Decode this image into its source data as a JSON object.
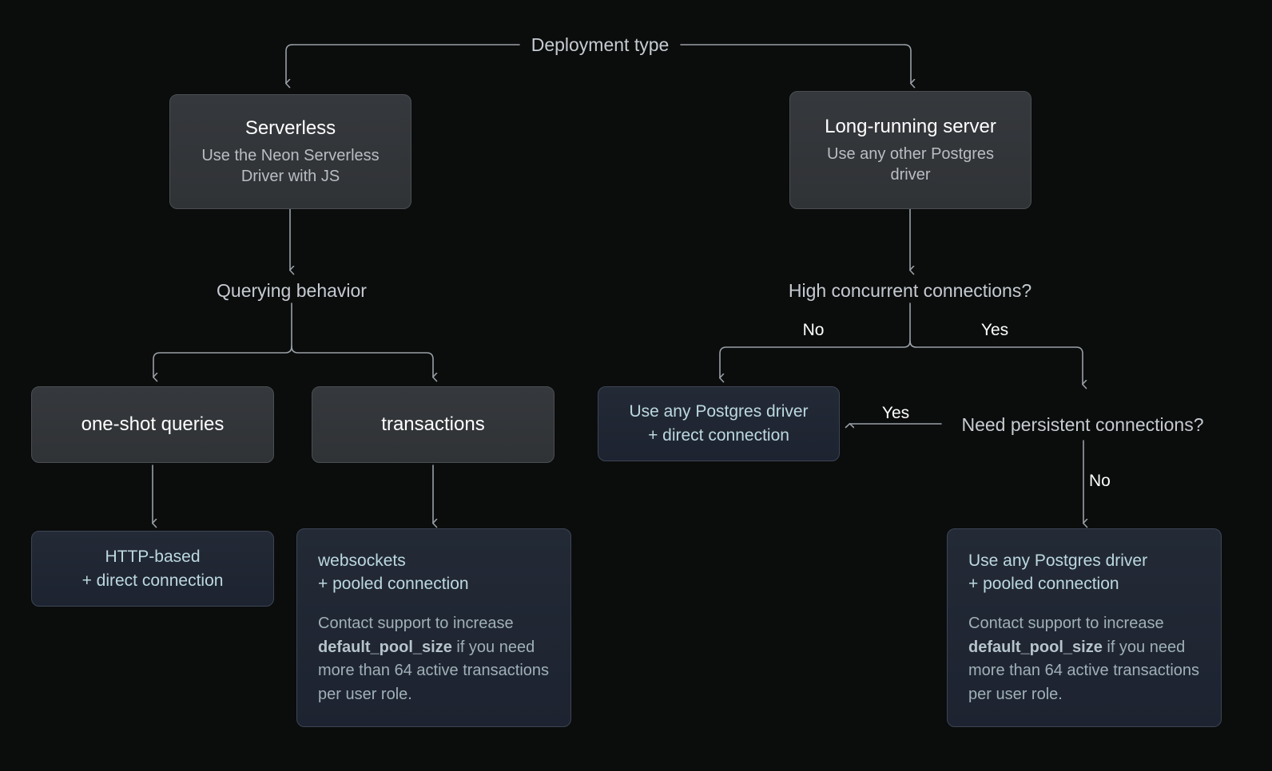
{
  "diagram": {
    "title": "Deployment type",
    "background_color": "#0b0d0d",
    "edge_color": "#9aa0a6",
    "accent_color": "#bcd8e0"
  },
  "root_label": "Deployment type",
  "nodes": {
    "serverless": {
      "title": "Serverless",
      "subtitle": "Use the Neon Serverless Driver with JS"
    },
    "long_running": {
      "title": "Long-running server",
      "subtitle": "Use any other Postgres driver"
    },
    "querying_behavior": {
      "label": "Querying behavior"
    },
    "high_concurrent": {
      "label": "High concurrent connections?"
    },
    "one_shot": {
      "title": "one-shot queries"
    },
    "transactions": {
      "title": "transactions"
    },
    "need_persistent": {
      "label": "Need persistent connections?"
    },
    "http_direct": {
      "title": "HTTP-based\n+ direct connection"
    },
    "websockets_pooled": {
      "title": "websockets\n+ pooled connection",
      "note_before": "Contact support to increase ",
      "note_code": "default_pool_size",
      "note_after": " if you need more than 64 active transactions per user role."
    },
    "driver_direct": {
      "title": "Use any Postgres driver\n+ direct connection"
    },
    "driver_pooled": {
      "title": "Use any Postgres driver\n+ pooled connection",
      "note_before": "Contact support to increase ",
      "note_code": "default_pool_size",
      "note_after": " if you need more than 64 active transactions per user role."
    }
  },
  "edge_labels": {
    "concurrent_no": "No",
    "concurrent_yes": "Yes",
    "persistent_yes": "Yes",
    "persistent_no": "No"
  }
}
